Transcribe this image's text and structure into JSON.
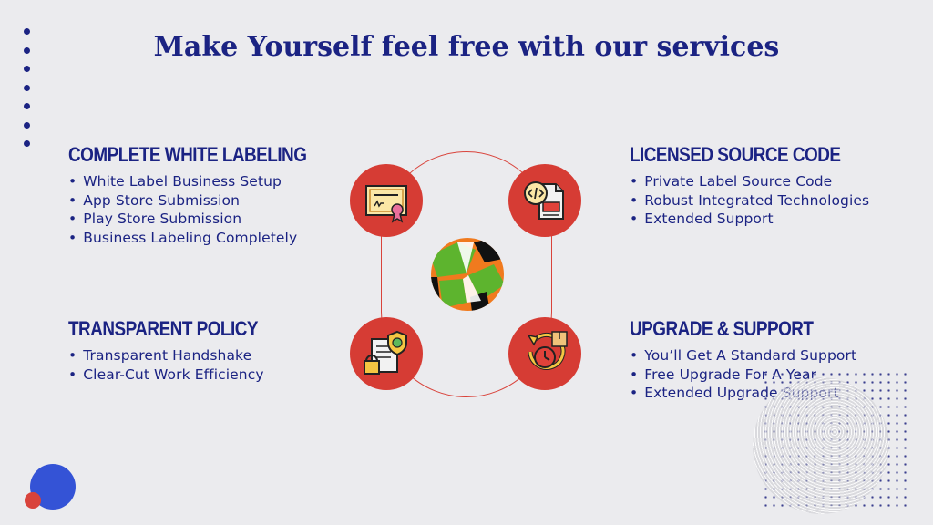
{
  "title": "Make Yourself feel free with our services",
  "colors": {
    "navy": "#1b2383",
    "red": "#d63c34",
    "blue": "#3453d6",
    "background": "#ebebee"
  },
  "sections": [
    {
      "heading": "COMPLETE WHITE LABELING",
      "items": [
        "White Label Business Setup",
        "App Store Submission",
        "Play Store Submission",
        "Business Labeling Completely"
      ]
    },
    {
      "heading": "LICENSED SOURCE CODE",
      "items": [
        "Private Label Source Code",
        "Robust Integrated Technologies",
        "Extended Support"
      ]
    },
    {
      "heading": "TRANSPARENT POLICY",
      "items": [
        "Transparent Handshake",
        "Clear-Cut Work Efficiency"
      ]
    },
    {
      "heading": "UPGRADE & SUPPORT",
      "items": [
        "You’ll Get A Standard Support",
        "Free Upgrade For A Year",
        "Extended Upgrade Support"
      ]
    }
  ],
  "icons": [
    "certificate-icon",
    "source-code-icon",
    "secure-document-icon",
    "upgrade-clock-icon",
    "globe-logo"
  ]
}
